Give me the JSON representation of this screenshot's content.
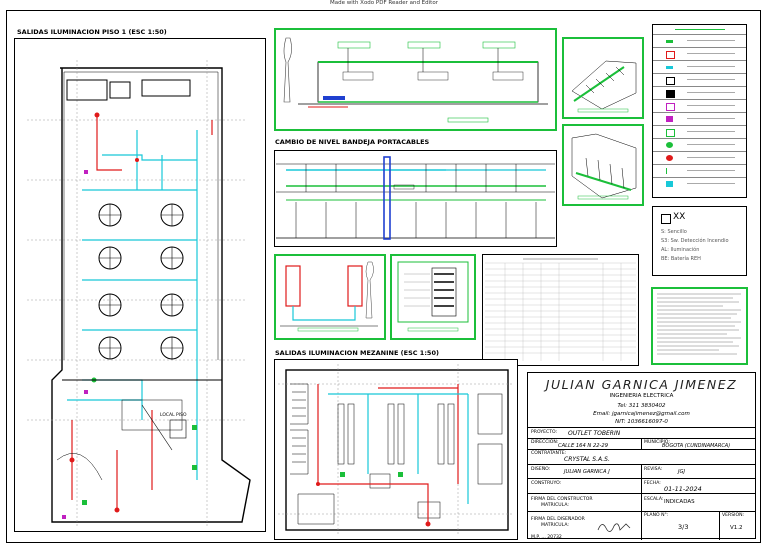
{
  "header_note": "Made with Xodo PDF Reader and Editor",
  "sections": {
    "floor1_title": "SALIDAS ILUMINACION PISO 1 (ESC 1:50)",
    "tray_title": "CAMBIO DE NIVEL BANDEJA PORTACABLES",
    "mezzanine_title": "SALIDAS ILUMINACION MEZANINE (ESC 1:50)",
    "floor1_room_label": "LOCAL PISO"
  },
  "symbol_key": {
    "code": "XX",
    "lines": [
      "S: Sencillo",
      "S3: Sw. Detección Incendio",
      "AL: Iluminación",
      "BE: Batería REH"
    ]
  },
  "title_block": {
    "name": "JULIAN GARNICA JIMENEZ",
    "profession": "INGENIERIA ELECTRICA",
    "phone": "Tel: 311 3830402",
    "email": "Email: jgarnicajimenez@gmail.com",
    "nit": "NIT: 1036616097-0",
    "proyecto_label": "PROYECTO:",
    "proyecto": "OUTLET TOBERIN",
    "direccion_label": "DIRECCION:",
    "direccion": "CALLE 164 N 22-29",
    "municipio_label": "MUNICIPIO:",
    "municipio": "BOGOTA (CUNDINAMARCA)",
    "contratante_label": "CONTRATANTE:",
    "contratante": "CRYSTAL S.A.S.",
    "diseno_label": "DISEÑO:",
    "diseno": "JULIAN GARNICA J",
    "revisa_label": "REVISA:",
    "revisa": "JGJ",
    "construyo_label": "CONSTRUYO:",
    "fecha_label": "FECHA:",
    "fecha": "01-11-2024",
    "firma_constructor": "FIRMA DEL CONSTRUCTOR",
    "matricula1": "MATRICULA:",
    "escala_label": "ESCALA:",
    "escala": "INDICADAS",
    "firma_disenador": "FIRMA DEL DISEÑADOR",
    "matricula2": "MATRICULA:",
    "matricula_num": "M.P.  ...  20732",
    "plano_label": "PLANO N°:",
    "plano": "3/3",
    "version_label": "VERSION:",
    "version": "V1.2"
  },
  "colors": {
    "wire_red": "#e01a1a",
    "wire_cyan": "#18c8d8",
    "accent_green": "#1bbf3a",
    "tray_blue": "#2040d0"
  }
}
